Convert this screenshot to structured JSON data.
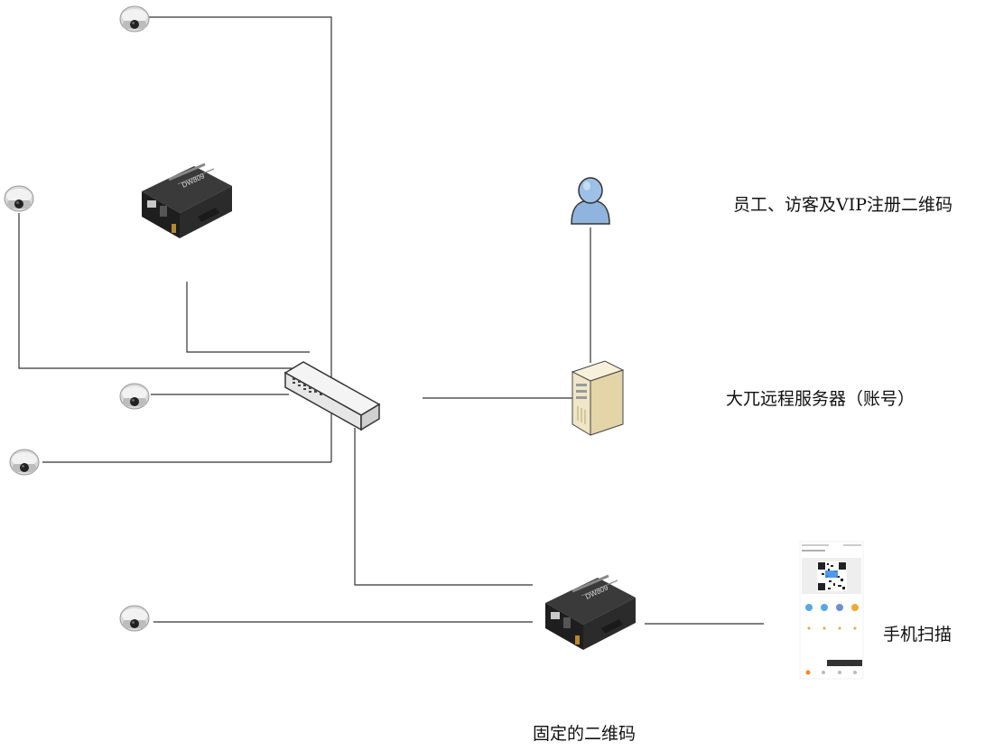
{
  "labels": {
    "register_qr": "员工、访客及VIP注册二维码",
    "remote_server": "大兀远程服务器（账号）",
    "phone_scan": "手机扫描",
    "fixed_qr": "固定的二维码"
  },
  "devices": {
    "controller_brand": "DW809"
  },
  "colors": {
    "wire": "#333333",
    "person_blue": "#8fb4dd",
    "server_beige": "#efe6c8"
  }
}
